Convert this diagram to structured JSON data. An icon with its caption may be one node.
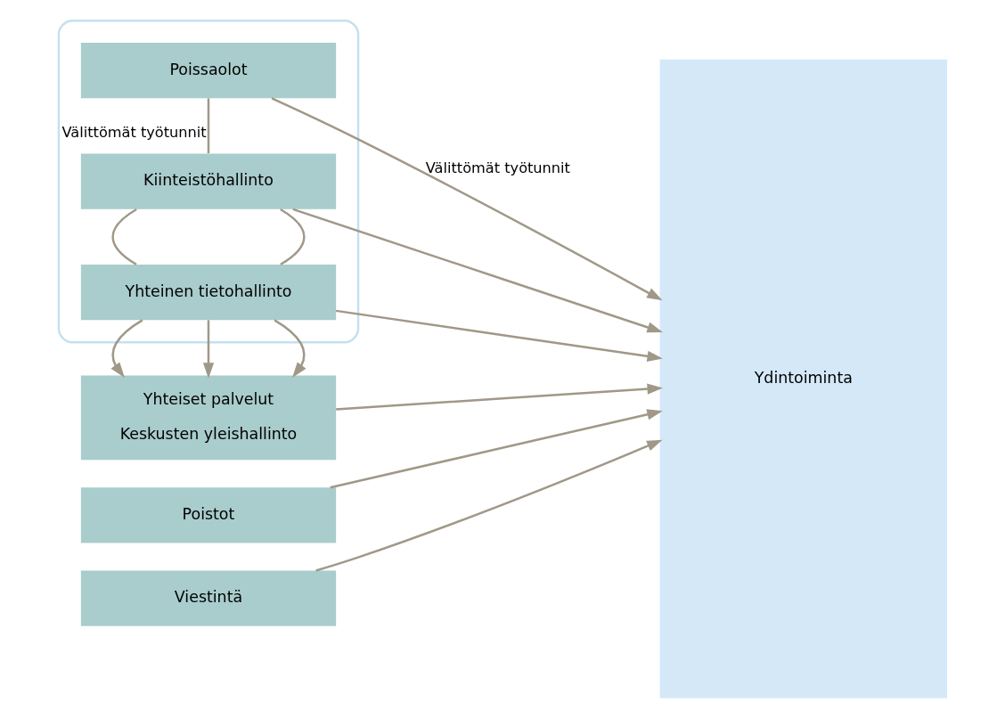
{
  "diagram": {
    "nodes": [
      {
        "text": [],
        "shape": "box"
      },
      {
        "text": [
          "Poissaolot"
        ],
        "in": 0
      },
      {
        "text": [
          "Kiinteistöhallinto"
        ],
        "in": 0
      },
      {
        "text": [
          "Yhteinen tietohallinto"
        ],
        "in": 0
      },
      {
        "text": [
          "Yhteiset palvelut",
          "Keskusten yleishallinto"
        ]
      },
      {
        "text": [
          "Poistot"
        ]
      },
      {
        "text": [
          "Viestintä"
        ]
      },
      {
        "text": [
          "Ydintoiminta"
        ]
      }
    ],
    "edges": [
      {
        "from": 1,
        "to": 7,
        "arrow": "to",
        "label": "Välittömät työtunnit"
      },
      {
        "from": 1,
        "to": 2,
        "arrow": "none",
        "label": "Välittömät työtunnit"
      },
      {
        "from": 2,
        "to": 3,
        "arrow": "none"
      },
      {
        "from": 2,
        "to": 3,
        "arrow": "none"
      },
      {
        "from": 2,
        "to": 7,
        "arrow": "to"
      },
      {
        "from": 3,
        "to": 7,
        "arrow": "to"
      },
      {
        "from": 3,
        "to": 4,
        "arrow": "to"
      },
      {
        "from": 3,
        "to": 4,
        "arrow": "to"
      },
      {
        "from": 3,
        "to": 4,
        "arrow": "to"
      },
      {
        "from": 4,
        "to": 7,
        "arrow": "to"
      },
      {
        "from": 5,
        "to": 7,
        "arrow": "to"
      },
      {
        "from": 6,
        "to": 7,
        "arrow": "to"
      }
    ]
  }
}
